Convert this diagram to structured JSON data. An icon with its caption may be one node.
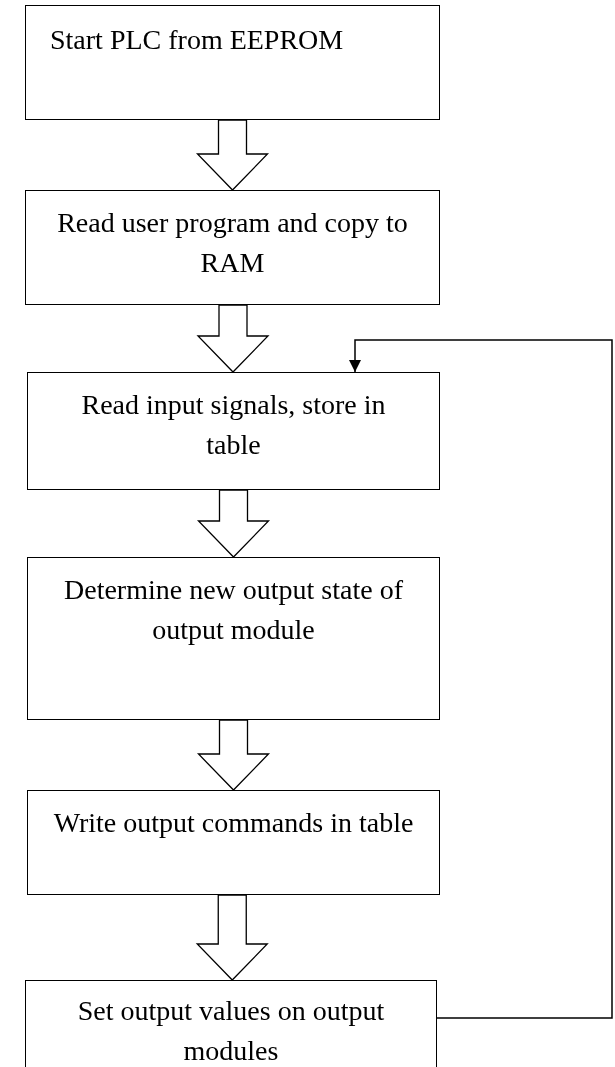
{
  "diagram": {
    "nodes": [
      {
        "text": [
          "Start PLC from EEPROM"
        ]
      },
      {
        "text": [
          "Read user program and copy to RAM"
        ]
      },
      {
        "text": [
          "Read input signals, store in table"
        ]
      },
      {
        "text": [
          "Determine new output state of output module"
        ]
      },
      {
        "text": [
          "Write output commands in table"
        ]
      },
      {
        "text": [
          "Set output values on output modules"
        ]
      }
    ],
    "edges": [
      {
        "from": 0,
        "to": 1,
        "arrow": "to",
        "style": "thick"
      },
      {
        "from": 1,
        "to": 2,
        "arrow": "to",
        "style": "thick"
      },
      {
        "from": 2,
        "to": 3,
        "arrow": "to",
        "style": "thick"
      },
      {
        "from": 3,
        "to": 4,
        "arrow": "to",
        "style": "thick"
      },
      {
        "from": 4,
        "to": 5,
        "arrow": "to",
        "style": "thick"
      },
      {
        "from": 5,
        "to": 2,
        "arrow": "to"
      }
    ]
  }
}
